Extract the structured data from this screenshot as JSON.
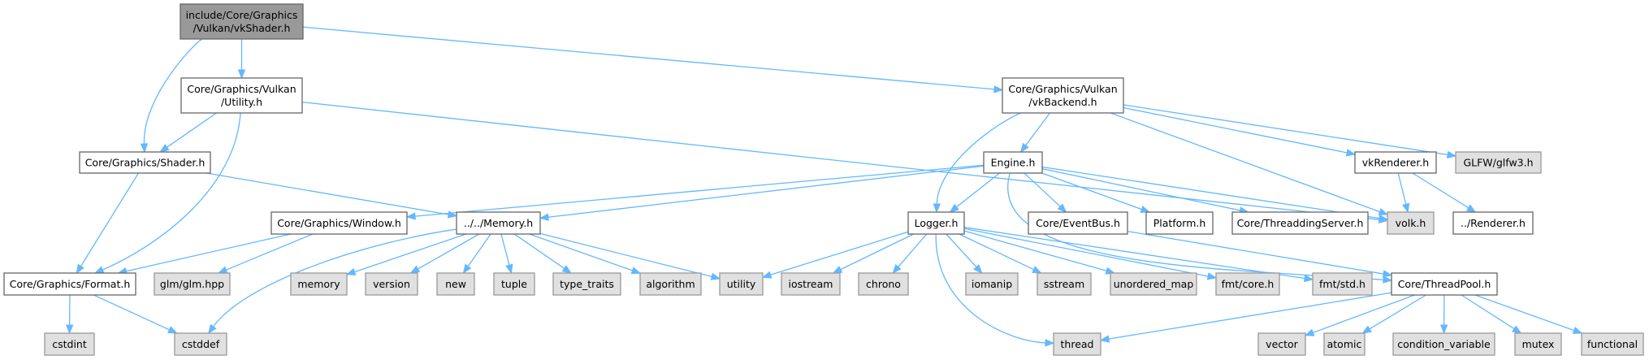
{
  "diagram": {
    "title": "include/Core/Graphics/Vulkan/vkShader.h include dependency graph",
    "colors": {
      "root_fill": "#999999",
      "local_fill": "#ffffff",
      "system_fill": "#e0e0e0",
      "edge": "#63b8ff"
    },
    "nodes": [
      {
        "id": "vkShader",
        "lines": [
          "include/Core/Graphics",
          "/Vulkan/vkShader.h"
        ],
        "kind": "root"
      },
      {
        "id": "Utility",
        "lines": [
          "Core/Graphics/Vulkan",
          "/Utility.h"
        ],
        "kind": "local"
      },
      {
        "id": "vkBackend",
        "lines": [
          "Core/Graphics/Vulkan",
          "/vkBackend.h"
        ],
        "kind": "local"
      },
      {
        "id": "Shader",
        "lines": [
          "Core/Graphics/Shader.h"
        ],
        "kind": "local"
      },
      {
        "id": "Engine",
        "lines": [
          "Engine.h"
        ],
        "kind": "local"
      },
      {
        "id": "vkRenderer",
        "lines": [
          "vkRenderer.h"
        ],
        "kind": "local"
      },
      {
        "id": "glfw",
        "lines": [
          "GLFW/glfw3.h"
        ],
        "kind": "system"
      },
      {
        "id": "Window",
        "lines": [
          "Core/Graphics/Window.h"
        ],
        "kind": "local"
      },
      {
        "id": "Memory",
        "lines": [
          "../../Memory.h"
        ],
        "kind": "local"
      },
      {
        "id": "Logger",
        "lines": [
          "Logger.h"
        ],
        "kind": "local"
      },
      {
        "id": "EventBus",
        "lines": [
          "Core/EventBus.h"
        ],
        "kind": "local"
      },
      {
        "id": "Platform",
        "lines": [
          "Platform.h"
        ],
        "kind": "local"
      },
      {
        "id": "ThreaddingServer",
        "lines": [
          "Core/ThreaddingServer.h"
        ],
        "kind": "local"
      },
      {
        "id": "volk",
        "lines": [
          "volk.h"
        ],
        "kind": "system"
      },
      {
        "id": "Renderer",
        "lines": [
          "../Renderer.h"
        ],
        "kind": "local"
      },
      {
        "id": "Format",
        "lines": [
          "Core/Graphics/Format.h"
        ],
        "kind": "local"
      },
      {
        "id": "glm",
        "lines": [
          "glm/glm.hpp"
        ],
        "kind": "system"
      },
      {
        "id": "memory",
        "lines": [
          "memory"
        ],
        "kind": "system"
      },
      {
        "id": "version",
        "lines": [
          "version"
        ],
        "kind": "system"
      },
      {
        "id": "new",
        "lines": [
          "new"
        ],
        "kind": "system"
      },
      {
        "id": "tuple",
        "lines": [
          "tuple"
        ],
        "kind": "system"
      },
      {
        "id": "type_traits",
        "lines": [
          "type_traits"
        ],
        "kind": "system"
      },
      {
        "id": "algorithm",
        "lines": [
          "algorithm"
        ],
        "kind": "system"
      },
      {
        "id": "utility",
        "lines": [
          "utility"
        ],
        "kind": "system"
      },
      {
        "id": "iostream",
        "lines": [
          "iostream"
        ],
        "kind": "system"
      },
      {
        "id": "chrono",
        "lines": [
          "chrono"
        ],
        "kind": "system"
      },
      {
        "id": "iomanip",
        "lines": [
          "iomanip"
        ],
        "kind": "system"
      },
      {
        "id": "sstream",
        "lines": [
          "sstream"
        ],
        "kind": "system"
      },
      {
        "id": "unordered_map",
        "lines": [
          "unordered_map"
        ],
        "kind": "system"
      },
      {
        "id": "fmt_core",
        "lines": [
          "fmt/core.h"
        ],
        "kind": "system"
      },
      {
        "id": "fmt_std",
        "lines": [
          "fmt/std.h"
        ],
        "kind": "system"
      },
      {
        "id": "ThreadPool",
        "lines": [
          "Core/ThreadPool.h"
        ],
        "kind": "local"
      },
      {
        "id": "cstdint",
        "lines": [
          "cstdint"
        ],
        "kind": "system"
      },
      {
        "id": "cstddef",
        "lines": [
          "cstddef"
        ],
        "kind": "system"
      },
      {
        "id": "thread",
        "lines": [
          "thread"
        ],
        "kind": "system"
      },
      {
        "id": "vector",
        "lines": [
          "vector"
        ],
        "kind": "system"
      },
      {
        "id": "atomic",
        "lines": [
          "atomic"
        ],
        "kind": "system"
      },
      {
        "id": "condition_variable",
        "lines": [
          "condition_variable"
        ],
        "kind": "system"
      },
      {
        "id": "mutex",
        "lines": [
          "mutex"
        ],
        "kind": "system"
      },
      {
        "id": "functional",
        "lines": [
          "functional"
        ],
        "kind": "system"
      }
    ],
    "edges": [
      [
        "vkShader",
        "Utility"
      ],
      [
        "vkShader",
        "Shader"
      ],
      [
        "vkShader",
        "vkBackend"
      ],
      [
        "Utility",
        "Shader"
      ],
      [
        "Utility",
        "Format"
      ],
      [
        "Utility",
        "volk"
      ],
      [
        "Shader",
        "Format"
      ],
      [
        "Shader",
        "Memory"
      ],
      [
        "vkBackend",
        "Engine"
      ],
      [
        "vkBackend",
        "Logger"
      ],
      [
        "vkBackend",
        "vkRenderer"
      ],
      [
        "vkBackend",
        "glfw"
      ],
      [
        "vkBackend",
        "volk"
      ],
      [
        "Engine",
        "Window"
      ],
      [
        "Engine",
        "Memory"
      ],
      [
        "Engine",
        "Logger"
      ],
      [
        "Engine",
        "EventBus"
      ],
      [
        "Engine",
        "Platform"
      ],
      [
        "Engine",
        "ThreaddingServer"
      ],
      [
        "Engine",
        "volk"
      ],
      [
        "Engine",
        "ThreadPool"
      ],
      [
        "vkRenderer",
        "volk"
      ],
      [
        "vkRenderer",
        "Renderer"
      ],
      [
        "Window",
        "Format"
      ],
      [
        "Window",
        "glm"
      ],
      [
        "Memory",
        "cstddef"
      ],
      [
        "Memory",
        "memory"
      ],
      [
        "Memory",
        "version"
      ],
      [
        "Memory",
        "new"
      ],
      [
        "Memory",
        "tuple"
      ],
      [
        "Memory",
        "type_traits"
      ],
      [
        "Memory",
        "algorithm"
      ],
      [
        "Memory",
        "utility"
      ],
      [
        "Format",
        "cstdint"
      ],
      [
        "Format",
        "cstddef"
      ],
      [
        "Logger",
        "utility"
      ],
      [
        "Logger",
        "iostream"
      ],
      [
        "Logger",
        "chrono"
      ],
      [
        "Logger",
        "iomanip"
      ],
      [
        "Logger",
        "sstream"
      ],
      [
        "Logger",
        "unordered_map"
      ],
      [
        "Logger",
        "fmt_core"
      ],
      [
        "Logger",
        "fmt_std"
      ],
      [
        "Logger",
        "thread"
      ],
      [
        "EventBus",
        "ThreadPool"
      ],
      [
        "ThreadPool",
        "thread"
      ],
      [
        "ThreadPool",
        "vector"
      ],
      [
        "ThreadPool",
        "atomic"
      ],
      [
        "ThreadPool",
        "condition_variable"
      ],
      [
        "ThreadPool",
        "mutex"
      ],
      [
        "ThreadPool",
        "functional"
      ]
    ]
  }
}
